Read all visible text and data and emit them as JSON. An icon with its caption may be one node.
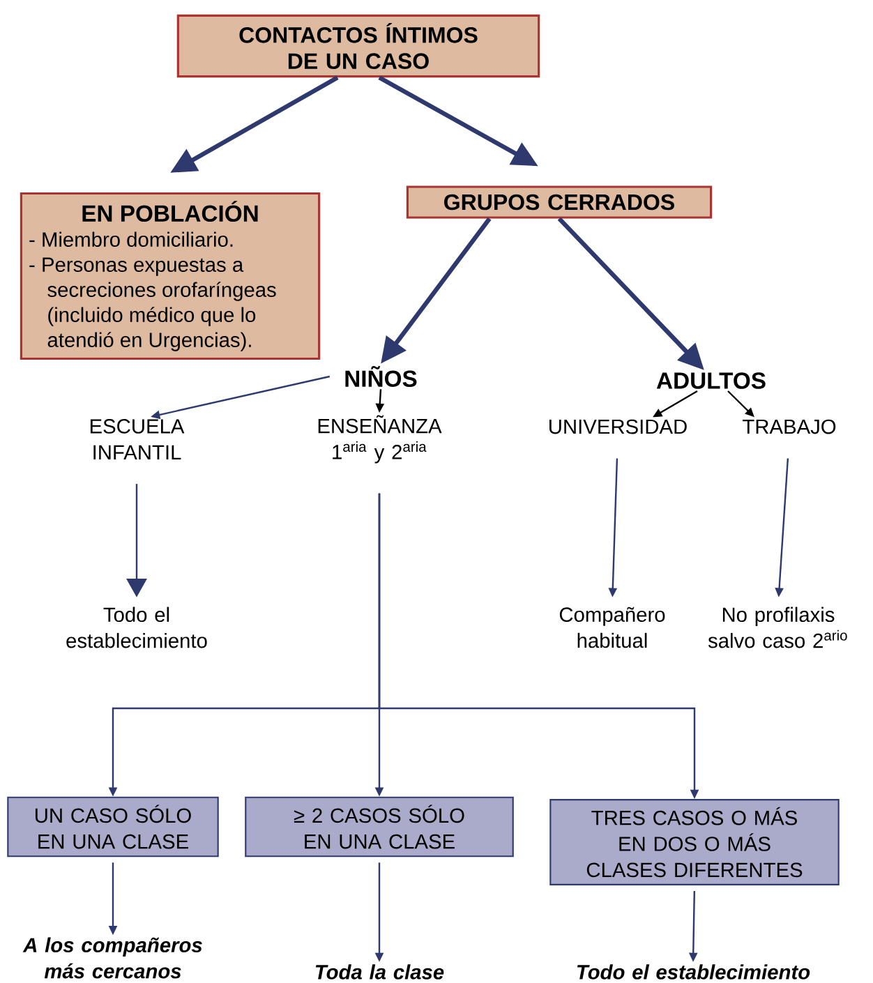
{
  "diagram": {
    "nodes": [
      {
        "text": [
          "CONTACTOS ÍNTIMOS DE UN CASO"
        ]
      },
      {
        "text": [
          "EN POBLACIÓN",
          "- Miembro domiciliario.",
          "- Personas expuestas a secreciones orofaríngeas (incluido médico que lo atendió en Urgencias)."
        ]
      },
      {
        "text": [
          "GRUPOS CERRADOS"
        ]
      },
      {
        "text": [
          "NIÑOS"
        ]
      },
      {
        "text": [
          "ADULTOS"
        ]
      },
      {
        "text": [
          "ESCUELA INFANTIL"
        ]
      },
      {
        "text": [
          "ENSEÑANZA 1$^{aria}$ y 2$^{aria}$"
        ]
      },
      {
        "text": [
          "UNIVERSIDAD"
        ]
      },
      {
        "text": [
          "TRABAJO"
        ]
      },
      {
        "text": [
          "Todo el establecimiento"
        ]
      },
      {
        "text": [
          "Compañero habitual"
        ]
      },
      {
        "text": [
          "No profilaxis salvo caso 2$^{ario}$"
        ]
      },
      {
        "text": [
          "UN CASO SÓLO EN UNA CLASE"
        ]
      },
      {
        "text": [
          "≥ 2 CASOS SÓLO EN UNA CLASE"
        ]
      },
      {
        "text": [
          "TRES CASOS O MÁS EN DOS O MÁS CLASES DIFERENTES"
        ]
      },
      {
        "text": [
          "A los compañeros más cercanos"
        ]
      },
      {
        "text": [
          "Toda la clase"
        ]
      },
      {
        "text": [
          "Todo el establecimiento"
        ]
      }
    ],
    "edges": [
      {
        "from": 0,
        "to": 1,
        "arrow": "to",
        "style": "thick"
      },
      {
        "from": 0,
        "to": 2,
        "arrow": "to",
        "style": "thick"
      },
      {
        "from": 2,
        "to": 3,
        "arrow": "to",
        "style": "thick"
      },
      {
        "from": 2,
        "to": 4,
        "arrow": "to",
        "style": "thick"
      },
      {
        "from": 3,
        "to": 5,
        "arrow": "to"
      },
      {
        "from": 3,
        "to": 6,
        "arrow": "to",
        "color": "#000000"
      },
      {
        "from": 4,
        "to": 7,
        "arrow": "to",
        "color": "#000000"
      },
      {
        "from": 4,
        "to": 8,
        "arrow": "to",
        "color": "#000000"
      },
      {
        "from": 5,
        "to": 9,
        "arrow": "to"
      },
      {
        "from": 7,
        "to": 10,
        "arrow": "to"
      },
      {
        "from": 8,
        "to": 11,
        "arrow": "to"
      },
      {
        "from": 6,
        "to": 12,
        "arrow": "to"
      },
      {
        "from": 6,
        "to": 13,
        "arrow": "to"
      },
      {
        "from": 6,
        "to": 14,
        "arrow": "to"
      },
      {
        "from": 12,
        "to": 15,
        "arrow": "to"
      },
      {
        "from": 13,
        "to": 16,
        "arrow": "to"
      },
      {
        "from": 14,
        "to": 17,
        "arrow": "to"
      }
    ]
  }
}
